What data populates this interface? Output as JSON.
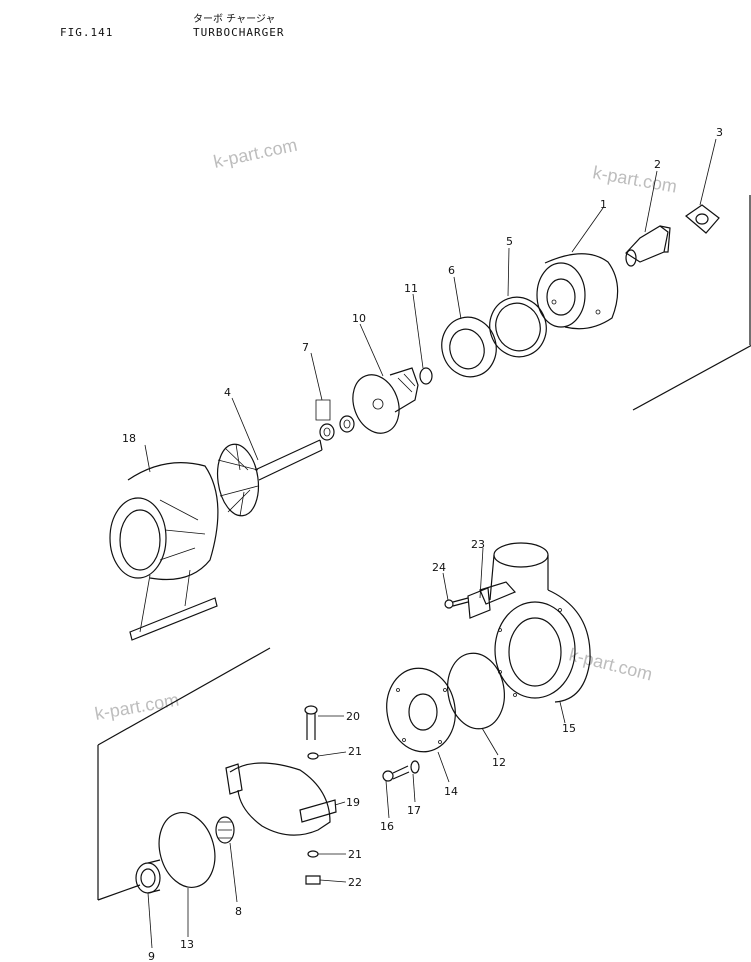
{
  "header": {
    "fig_number": "FIG.141",
    "title_jp": "ターボ チャージャ",
    "title_en": "TURBOCHARGER"
  },
  "watermark": "k-part.com",
  "parts": [
    {
      "label": "1"
    },
    {
      "label": "2"
    },
    {
      "label": "3"
    },
    {
      "label": "4"
    },
    {
      "label": "5"
    },
    {
      "label": "6"
    },
    {
      "label": "7"
    },
    {
      "label": "8"
    },
    {
      "label": "9"
    },
    {
      "label": "10"
    },
    {
      "label": "11"
    },
    {
      "label": "12"
    },
    {
      "label": "13"
    },
    {
      "label": "14"
    },
    {
      "label": "15"
    },
    {
      "label": "16"
    },
    {
      "label": "17"
    },
    {
      "label": "18"
    },
    {
      "label": "19"
    },
    {
      "label": "20"
    },
    {
      "label": "21"
    },
    {
      "label": "21"
    },
    {
      "label": "22"
    },
    {
      "label": "23"
    },
    {
      "label": "24"
    }
  ]
}
